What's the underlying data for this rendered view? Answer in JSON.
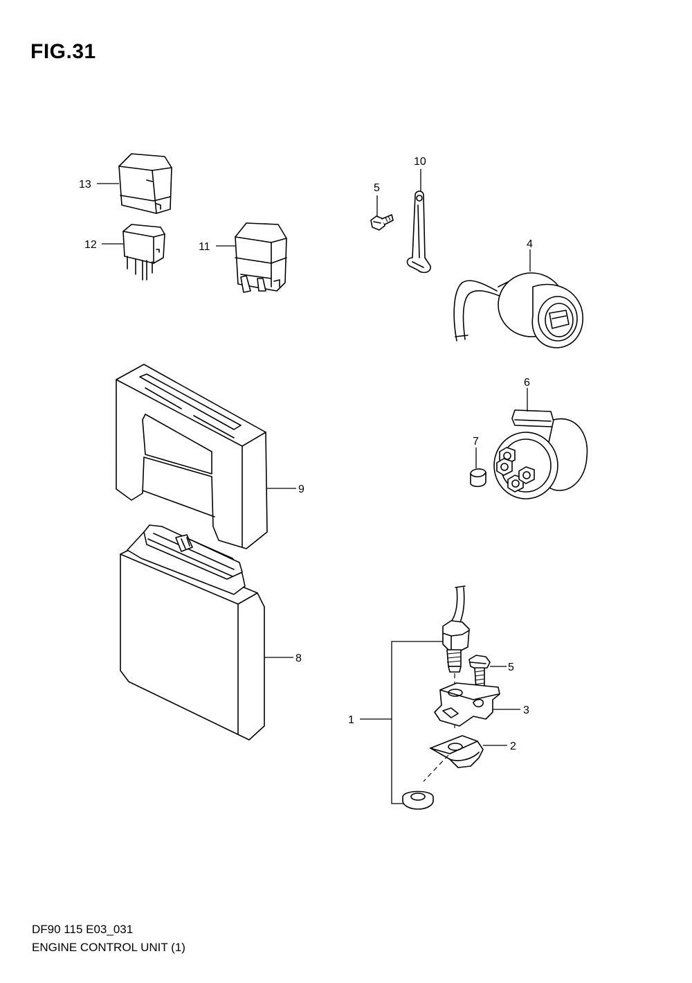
{
  "figure": {
    "title": "FIG.31"
  },
  "footer": {
    "code": "DF90 115 E03_031",
    "name": "ENGINE CONTROL UNIT (1)"
  },
  "callouts": {
    "c1": "1",
    "c2": "2",
    "c3": "3",
    "c4": "4",
    "c5a": "5",
    "c5b": "5",
    "c6": "6",
    "c7": "7",
    "c8": "8",
    "c9": "9",
    "c10": "10",
    "c11": "11",
    "c12": "12",
    "c13": "13"
  }
}
